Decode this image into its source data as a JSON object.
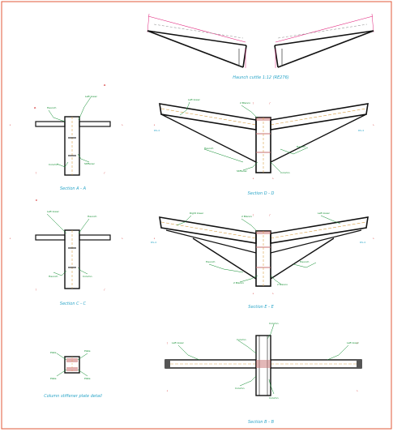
{
  "colors": {
    "border": "#e05a3a",
    "steel": "#111111",
    "dimension": "#e0207a",
    "leader": "#0a8a2a",
    "caption": "#2aa5c8",
    "section_mark": "#d01a1a",
    "plate": "#c87070",
    "hidden": "#d9a24a"
  },
  "captions": {
    "haunch": "Haunch cuttle 1:12 (RE276)",
    "section_a": "Section A - A",
    "section_b": "Section B - B",
    "section_c": "Section C - C",
    "section_d": "Section D - D",
    "section_e": "Section E - E",
    "column_stiffener": "Column stiffener plate detail"
  }
}
